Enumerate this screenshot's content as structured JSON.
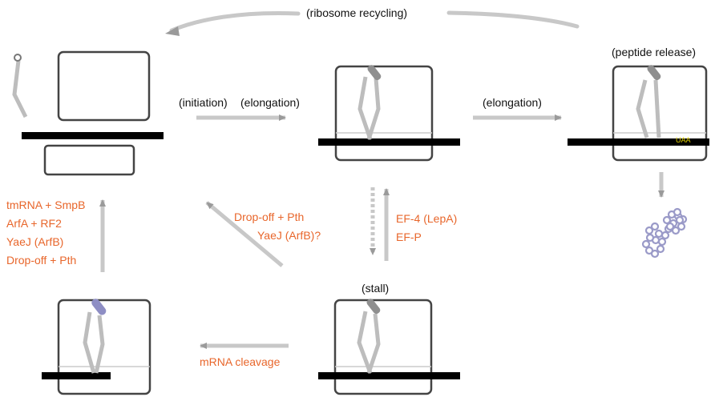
{
  "colors": {
    "orange": "#e8662b",
    "arrow_gray": "#c8c8c8",
    "box_outline": "#444444",
    "mrna": "#000000",
    "trna_gray": "#bdbdbd",
    "trna_purple": "#8e8ec4",
    "codon_yellow": "#e3d400",
    "peptide": "#9a9ac8"
  },
  "labels": {
    "recycling": "(ribosome recycling)",
    "initiation": "(initiation)",
    "elongation_1": "(elongation)",
    "elongation_2": "(elongation)",
    "peptide_release": "(peptide release)",
    "stall": "(stall)",
    "stop_codon": "UAA"
  },
  "rescue_factors": {
    "left_column": [
      "tmRNA + SmpB",
      "ArfA + RF2",
      "YaeJ (ArfB)",
      "Drop-off + Pth"
    ],
    "diagonal": [
      "Drop-off + Pth",
      "YaeJ (ArfB)?"
    ],
    "restart": [
      "EF-4 (LepA)",
      "EF-P"
    ],
    "cleavage": "mRNA cleavage"
  }
}
